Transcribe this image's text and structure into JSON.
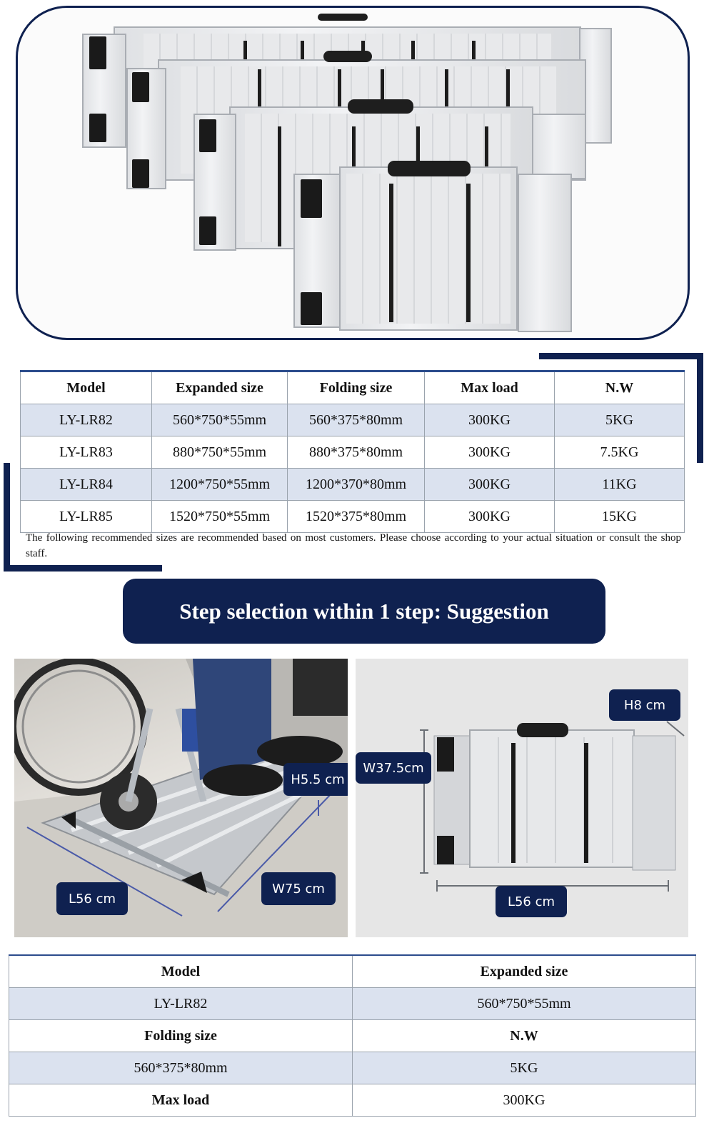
{
  "spec_table": {
    "headers": [
      "Model",
      "Expanded size",
      "Folding size",
      "Max load",
      "N.W"
    ],
    "rows": [
      [
        "LY-LR82",
        "560*750*55mm",
        "560*375*80mm",
        "300KG",
        "5KG"
      ],
      [
        "LY-LR83",
        "880*750*55mm",
        "880*375*80mm",
        "300KG",
        "7.5KG"
      ],
      [
        "LY-LR84",
        "1200*750*55mm",
        "1200*370*80mm",
        "300KG",
        "11KG"
      ],
      [
        "LY-LR85",
        "1520*750*55mm",
        "1520*375*80mm",
        "300KG",
        "15KG"
      ]
    ],
    "note": "The following recommended sizes are recommended based on most customers. Please choose according to your actual situation or consult the shop staff."
  },
  "banner": {
    "title": "Step selection within 1 step: Suggestion"
  },
  "photo_left": {
    "labels": {
      "height": "H5.5 cm",
      "length": "L56 cm",
      "width": "W75 cm"
    }
  },
  "photo_right": {
    "labels": {
      "height": "H8 cm",
      "width": "W37.5cm",
      "length": "L56 cm"
    }
  },
  "detail_table": {
    "rows": [
      [
        "Model",
        "Expanded size"
      ],
      [
        "LY-LR82",
        "560*750*55mm"
      ],
      [
        "Folding size",
        "N.W"
      ],
      [
        "560*375*80mm",
        "5KG"
      ],
      [
        "Max load",
        "300KG"
      ]
    ]
  },
  "colors": {
    "navy": "#0f2150",
    "row_tint": "#dbe2ef",
    "table_rule": "#2b4c8c"
  },
  "icons": [
    "ramp-photo",
    "wheelchair-photo",
    "dimension-arrow-icon"
  ]
}
